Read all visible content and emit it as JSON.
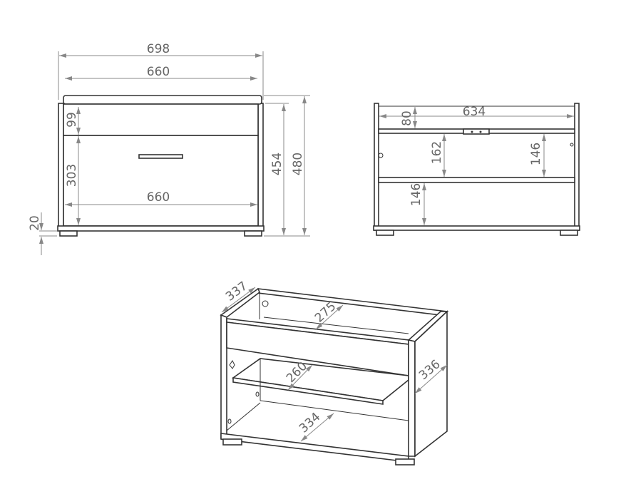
{
  "front_view": {
    "overall_width": "698",
    "top_width": "660",
    "rail_height": "99",
    "drawer_height": "303",
    "drawer_width": "660",
    "body_height": "454",
    "overall_height": "480",
    "feet_height": "20"
  },
  "back_view": {
    "inner_width": "634",
    "top_gap": "80",
    "upper_compartment_left": "162",
    "upper_compartment_right": "146",
    "lower_compartment": "146"
  },
  "iso_view": {
    "side_depth": "337",
    "top_depth": "275",
    "shelf_depth": "260",
    "bottom_depth": "334",
    "right_depth": "336"
  }
}
